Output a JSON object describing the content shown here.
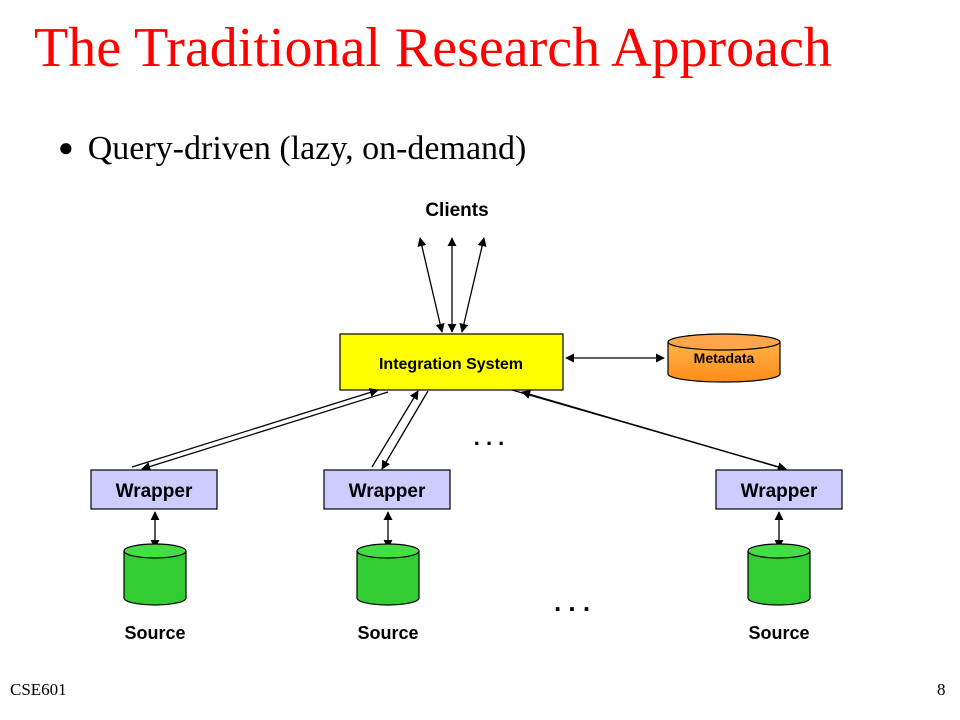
{
  "slide": {
    "title": "The Traditional Research Approach",
    "bullet": "Query-driven (lazy, on-demand)",
    "course": "CSE601",
    "page_number": "8"
  },
  "diagram": {
    "clients_label": "Clients",
    "integration_label": "Integration System",
    "metadata_label": "Metadata",
    "wrapper_label": "Wrapper",
    "source_label": "Source",
    "ellipsis": ". . .",
    "colors": {
      "integration_fill": "#ffff00",
      "metadata_fill": "#ff9933",
      "wrapper_fill": "#ccccff",
      "source_fill": "#33cc33",
      "title": "#ff0000"
    }
  }
}
